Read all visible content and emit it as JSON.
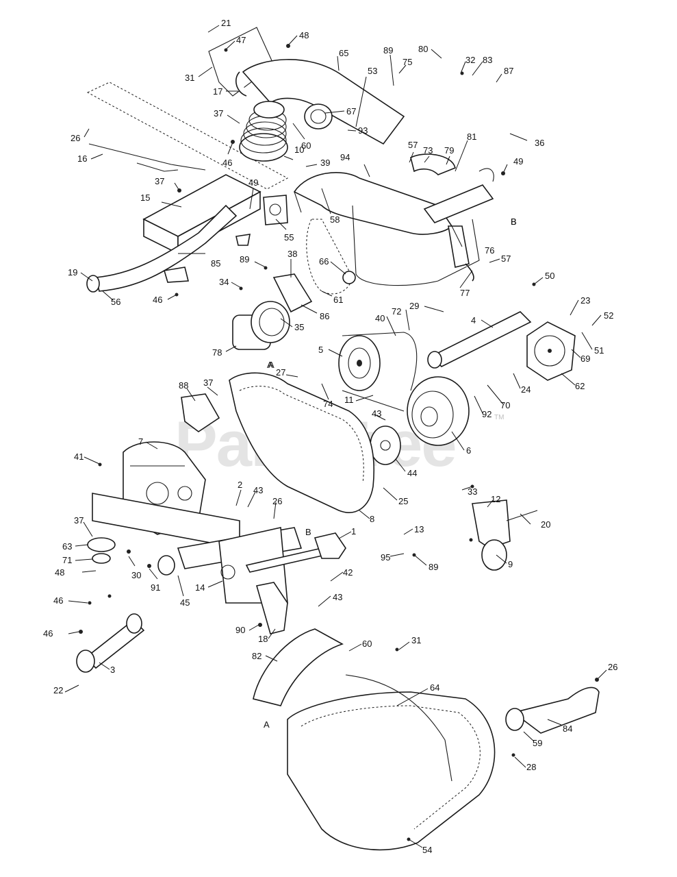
{
  "watermark": {
    "text": "PartsTree",
    "tm": "TM"
  },
  "zone_letters": [
    "A",
    "B",
    "A",
    "B",
    "A"
  ],
  "callouts": [
    "21",
    "47",
    "48",
    "65",
    "89",
    "75",
    "80",
    "32",
    "83",
    "87",
    "31",
    "17",
    "67",
    "53",
    "60",
    "93",
    "26",
    "16",
    "37",
    "46",
    "10",
    "36",
    "57",
    "73",
    "79",
    "81",
    "94",
    "39",
    "49",
    "37",
    "15",
    "49",
    "55",
    "58",
    "B",
    "89",
    "38",
    "66",
    "76",
    "57",
    "85",
    "19",
    "56",
    "34",
    "46",
    "61",
    "77",
    "50",
    "78",
    "35",
    "86",
    "29",
    "40",
    "72",
    "4",
    "23",
    "52",
    "5",
    "51",
    "69",
    "62",
    "27",
    "74",
    "11",
    "88",
    "37",
    "43",
    "92",
    "70",
    "24",
    "7",
    "6",
    "44",
    "41",
    "2",
    "43",
    "26",
    "25",
    "33",
    "12",
    "1",
    "37",
    "8",
    "13",
    "20",
    "63",
    "71",
    "30",
    "91",
    "45",
    "14",
    "48",
    "46",
    "42",
    "95",
    "89",
    "9",
    "46",
    "43",
    "90",
    "18",
    "60",
    "31",
    "82",
    "3",
    "22",
    "64",
    "26",
    "84",
    "59",
    "28",
    "54"
  ]
}
